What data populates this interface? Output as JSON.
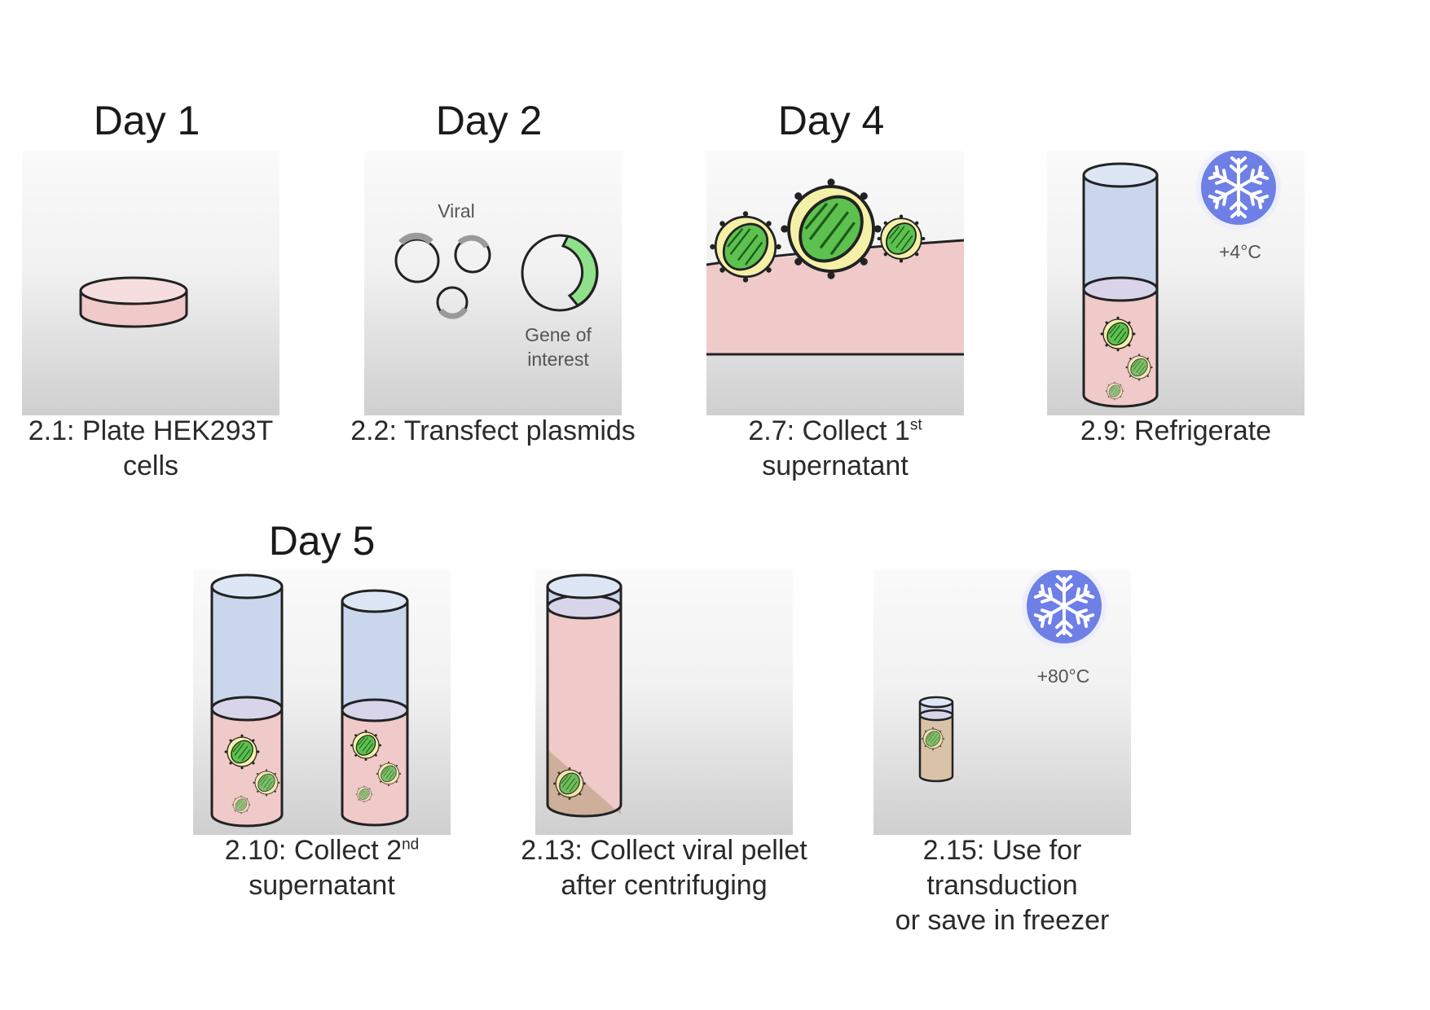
{
  "days": {
    "day1": "Day 1",
    "day2": "Day 2",
    "day4": "Day 4",
    "day5": "Day 5"
  },
  "steps": {
    "s2_1": {
      "line1": "2.1: Plate HEK293T",
      "line2": "cells"
    },
    "s2_2": {
      "line1": "2.2: Transfect plasmids"
    },
    "s2_7": {
      "line1a": "2.7: Collect 1",
      "line1sup": "st",
      "line2": "supernatant"
    },
    "s2_9": {
      "line1": "2.9: Refrigerate"
    },
    "s2_10": {
      "line1a": "2.10: Collect 2",
      "line1sup": "nd",
      "line2": "supernatant"
    },
    "s2_13": {
      "line1": "2.13: Collect viral pellet",
      "line2": "after centrifuging"
    },
    "s2_15": {
      "line1": "2.15: Use for",
      "line2": "transduction",
      "line3": "or save in freezer"
    }
  },
  "labels": {
    "viral": "Viral",
    "gene_line1": "Gene of",
    "gene_line2": "interest",
    "fridge_temp": "+4°C",
    "freezer_temp": "+80°C"
  },
  "icons": [
    "culture-dish-icon",
    "plasmid-icon",
    "virus-icon",
    "tube-icon",
    "snowflake-icon"
  ],
  "colors": {
    "medium_pink": "#f0c9c9",
    "tube_blue": "#c9d6ec",
    "virus_green": "#5cc14f",
    "virus_yellow": "#f5f0a8",
    "plasmid_green": "#8fe08a",
    "snowflake_blue": "#6e7fe6"
  }
}
